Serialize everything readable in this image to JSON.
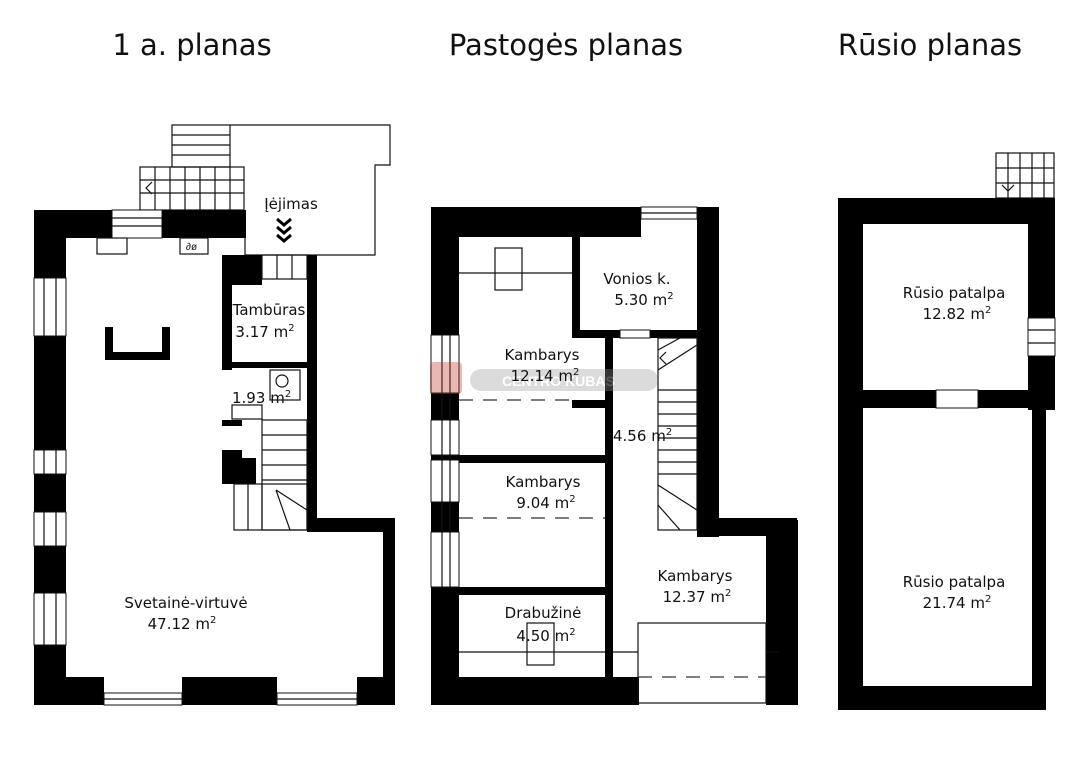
{
  "titles": {
    "first_floor": "1 a. planas",
    "attic": "Pastogės planas",
    "basement": "Rūsio planas"
  },
  "unit": "m",
  "unit_power": "2",
  "entrance": "Įėjimas",
  "watermark": "CENTRO KUBAS",
  "first_floor_rooms": [
    {
      "name": "Tambūras",
      "area": "3.17"
    },
    {
      "name": "",
      "area": "1.93"
    },
    {
      "name": "Svetainė-virtuvė",
      "area": "47.12"
    }
  ],
  "attic_rooms": [
    {
      "name": "Vonios k.",
      "area": "5.30"
    },
    {
      "name": "Kambarys",
      "area": "12.14"
    },
    {
      "name": "",
      "area": "4.56"
    },
    {
      "name": "Kambarys",
      "area": "9.04"
    },
    {
      "name": "Kambarys",
      "area": "12.37"
    },
    {
      "name": "Drabužinė",
      "area": "4.50"
    }
  ],
  "basement_rooms": [
    {
      "name": "Rūsio patalpa",
      "area": "12.82"
    },
    {
      "name": "Rūsio patalpa",
      "area": "21.74"
    }
  ]
}
